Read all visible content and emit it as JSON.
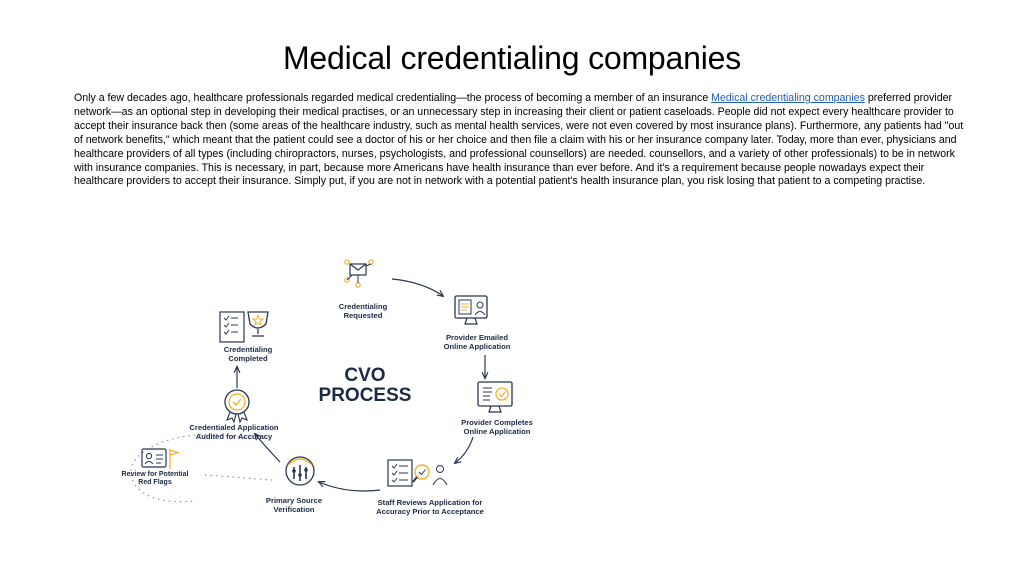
{
  "slide": {
    "title": "Medical credentialing companies",
    "paragraph_start": "Only a few decades ago, healthcare professionals regarded medical credentialing—the process of becoming a member of an insurance ",
    "link_text": "Medical credentialing companies",
    "paragraph_end": " preferred provider network—as an optional step in developing their medical practises, or an unnecessary step in increasing their client or patient caseloads. People did not expect every healthcare provider to accept their insurance back then (some areas of the healthcare industry, such as mental health services, were not even covered by most insurance plans). Furthermore, any patients had \"out of network benefits,\" which meant that the patient could see a doctor of his or her choice and then file a claim with his or her insurance company later. Today, more than ever, physicians and healthcare providers of all types (including chiropractors, nurses, psychologists, and professional counsellors) are needed. counsellors, and a variety of other professionals) to be in network with insurance companies. This is necessary, in part, because more Americans have health insurance than ever before. And it's a requirement because people nowadays expect their healthcare providers to accept their insurance. Simply put, if you are not in network with a potential patient's health insurance plan, you risk losing that patient to a competing practise."
  },
  "diagram": {
    "center": {
      "line1": "CVO",
      "line2": "PROCESS"
    },
    "accent_color": "#f2b230",
    "ink_color": "#2a3550",
    "steps": [
      {
        "line1": "Credentialing",
        "line2": "Requested",
        "icon": "envelope-network-icon"
      },
      {
        "line1": "Provider Emailed",
        "line2": "Online Application",
        "icon": "monitor-form-icon"
      },
      {
        "line1": "Provider Completes",
        "line2": "Online Application",
        "icon": "monitor-check-icon"
      },
      {
        "line1": "Staff Reviews Application for",
        "line2": "Accuracy Prior to Acceptance",
        "icon": "checklist-magnifier-icon"
      },
      {
        "line1": "Primary Source",
        "line2": "Verification",
        "icon": "verification-gauge-icon"
      },
      {
        "line1": "Credentialed Application",
        "line2": "Audited for Accuracy",
        "icon": "seal-badge-icon"
      },
      {
        "line1": "Credentialing",
        "line2": "Completed",
        "icon": "trophy-checklist-icon"
      }
    ],
    "side_step": {
      "line1": "Review for Potential",
      "line2": "Red Flags",
      "icon": "id-card-flag-icon"
    }
  }
}
